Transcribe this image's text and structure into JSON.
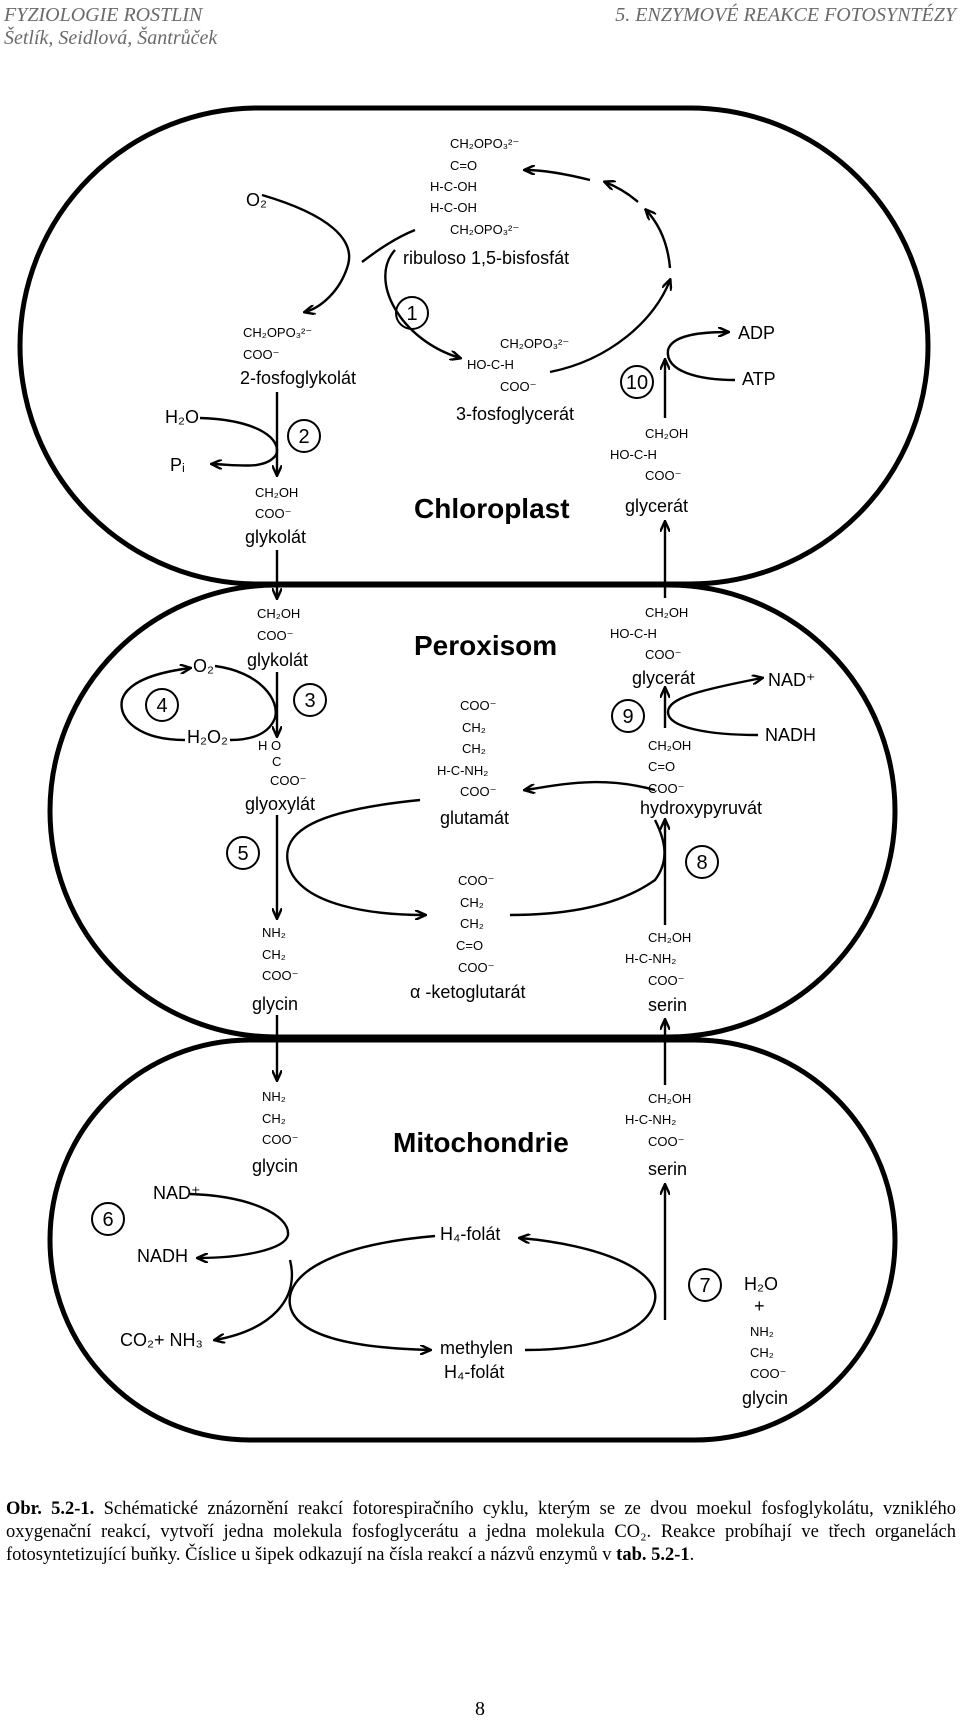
{
  "header": {
    "left1": "FYZIOLOGIE ROSTLIN",
    "left2": "Šetlík, Seidlová, Šantrůček",
    "right": "5. ENZYMOVÉ REAKCE FOTOSYNTÉZY"
  },
  "organelles": {
    "chloroplast": "Chloroplast",
    "peroxisome": "Peroxisom",
    "mitochondria": "Mitochondrie"
  },
  "compounds": {
    "rubp": {
      "l1": "CH₂OPO₃²⁻",
      "l2": "C=O",
      "l3": "H-C-OH",
      "l4": "H-C-OH",
      "l5": "CH₂OPO₃²⁻",
      "name": "ribuloso 1,5-bisfosfát"
    },
    "pglyc": {
      "l1": "CH₂OPO₃²⁻",
      "l2": "COO⁻",
      "name": "2-fosfoglykolát"
    },
    "pga": {
      "l1": "CH₂OPO₃²⁻",
      "l2": "HO-C-H",
      "l3": "COO⁻",
      "name": "3-fosfoglycerát"
    },
    "glycolate_c": {
      "l1": "CH₂OH",
      "l2": "COO⁻",
      "name": "glykolát"
    },
    "glycerate_c": {
      "l1": "CH₂OH",
      "l2": "HO-C-H",
      "l3": "COO⁻",
      "name": "glycerát"
    },
    "glycolate_p": {
      "l1": "CH₂OH",
      "l2": "COO⁻",
      "name": "glykolát"
    },
    "glyoxylate": {
      "l1": "H   O",
      "l2": "C",
      "l3": "COO⁻",
      "name": "glyoxylát"
    },
    "glutamate": {
      "l1": "COO⁻",
      "l2": "CH₂",
      "l3": "CH₂",
      "l4": "H-C-NH₂",
      "l5": "COO⁻",
      "name": "glutamát"
    },
    "akg": {
      "l1": "COO⁻",
      "l2": "CH₂",
      "l3": "CH₂",
      "l4": "C=O",
      "l5": "COO⁻",
      "name": "α -ketoglutarát"
    },
    "glycine_p": {
      "l1": "NH₂",
      "l2": "CH₂",
      "l3": "COO⁻",
      "name": "glycin"
    },
    "serine_p": {
      "l1": "CH₂OH",
      "l2": "H-C-NH₂",
      "l3": "COO⁻",
      "name": "serin"
    },
    "hydroxypyruvate": {
      "l1": "CH₂OH",
      "l2": "C=O",
      "l3": "COO⁻",
      "name": "hydroxypyruvát"
    },
    "glycerate_p": {
      "l1": "CH₂OH",
      "l2": "HO-C-H",
      "l3": "COO⁻",
      "name": "glycerát"
    },
    "glycine_m": {
      "l1": "NH₂",
      "l2": "CH₂",
      "l3": "COO⁻",
      "name": "glycin"
    },
    "serine_m": {
      "l1": "CH₂OH",
      "l2": "H-C-NH₂",
      "l3": "COO⁻",
      "name": "serin"
    },
    "glycine_m2": {
      "l1": "NH₂",
      "l2": "CH₂",
      "l3": "COO⁻",
      "name": "glycin"
    },
    "h4folate": "H₄-folát",
    "methylene1": "methylen",
    "methylene2": "H₄-folát"
  },
  "cofactors": {
    "o2_c": "O₂",
    "h2o_c": "H₂O",
    "pi": "Pᵢ",
    "adp": "ADP",
    "atp": "ATP",
    "o2_p": "O₂",
    "h2o2": "H₂O₂",
    "nad_p": "NAD⁺",
    "nadh_p": "NADH",
    "nad_m": "NAD⁺",
    "nadh_m": "NADH",
    "co2nh3": "CO₂+ NH₃",
    "h2o_m": "H₂O",
    "plus": "+"
  },
  "reactions": [
    "1",
    "2",
    "3",
    "4",
    "5",
    "6",
    "7",
    "8",
    "9",
    "10"
  ],
  "caption": {
    "label": "Obr. 5.2-1.",
    "text1": " Schématické znázornění reakcí fotorespiračního cyklu, kterým se ze dvou moekul fosfoglykolátu, vzniklého oxygenační reakcí, vytvoří jedna molekula fosfoglycerátu a jedna molekula CO₂. Reakce probíhají ve třech organelách fotosyntetizující buňky. Číslice u šipek odkazují na čísla reakcí a názvů enzymů v ",
    "tab": "tab. 5.2-1",
    "end": "."
  },
  "page_number": "8"
}
